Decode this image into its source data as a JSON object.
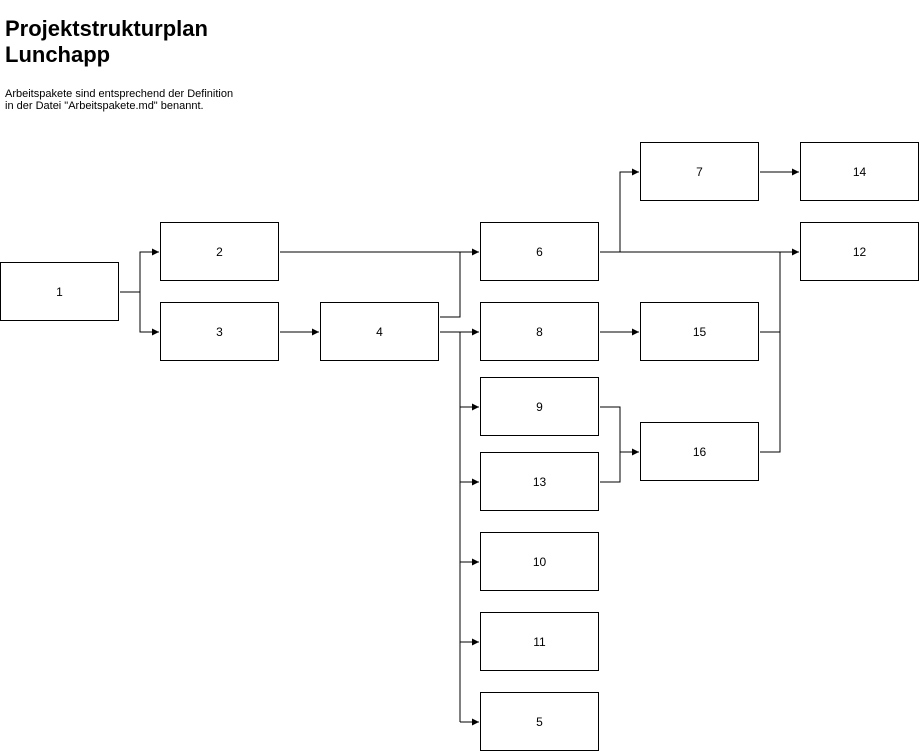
{
  "header": {
    "title_line1": "Projektstrukturplan",
    "title_line2": "Lunchapp",
    "description": "Arbeitspakete sind entsprechend der Definition in der Datei \"Arbeitspakete.md\" benannt."
  },
  "diagram": {
    "nodes": [
      {
        "id": "n1",
        "label": "1"
      },
      {
        "id": "n2",
        "label": "2"
      },
      {
        "id": "n3",
        "label": "3"
      },
      {
        "id": "n4",
        "label": "4"
      },
      {
        "id": "n5",
        "label": "5"
      },
      {
        "id": "n6",
        "label": "6"
      },
      {
        "id": "n7",
        "label": "7"
      },
      {
        "id": "n8",
        "label": "8"
      },
      {
        "id": "n9",
        "label": "9"
      },
      {
        "id": "n10",
        "label": "10"
      },
      {
        "id": "n11",
        "label": "11"
      },
      {
        "id": "n12",
        "label": "12"
      },
      {
        "id": "n13",
        "label": "13"
      },
      {
        "id": "n14",
        "label": "14"
      },
      {
        "id": "n15",
        "label": "15"
      },
      {
        "id": "n16",
        "label": "16"
      }
    ],
    "edges": [
      [
        "n1",
        "n2"
      ],
      [
        "n1",
        "n3"
      ],
      [
        "n3",
        "n4"
      ],
      [
        "n2",
        "n6"
      ],
      [
        "n4",
        "n6"
      ],
      [
        "n4",
        "n8"
      ],
      [
        "n4",
        "n9"
      ],
      [
        "n4",
        "n13"
      ],
      [
        "n4",
        "n10"
      ],
      [
        "n4",
        "n11"
      ],
      [
        "n4",
        "n5"
      ],
      [
        "n6",
        "n7"
      ],
      [
        "n7",
        "n14"
      ],
      [
        "n6",
        "n12"
      ],
      [
        "n8",
        "n15"
      ],
      [
        "n15",
        "n12"
      ],
      [
        "n9",
        "n16"
      ],
      [
        "n13",
        "n16"
      ],
      [
        "n16",
        "n12"
      ]
    ]
  }
}
